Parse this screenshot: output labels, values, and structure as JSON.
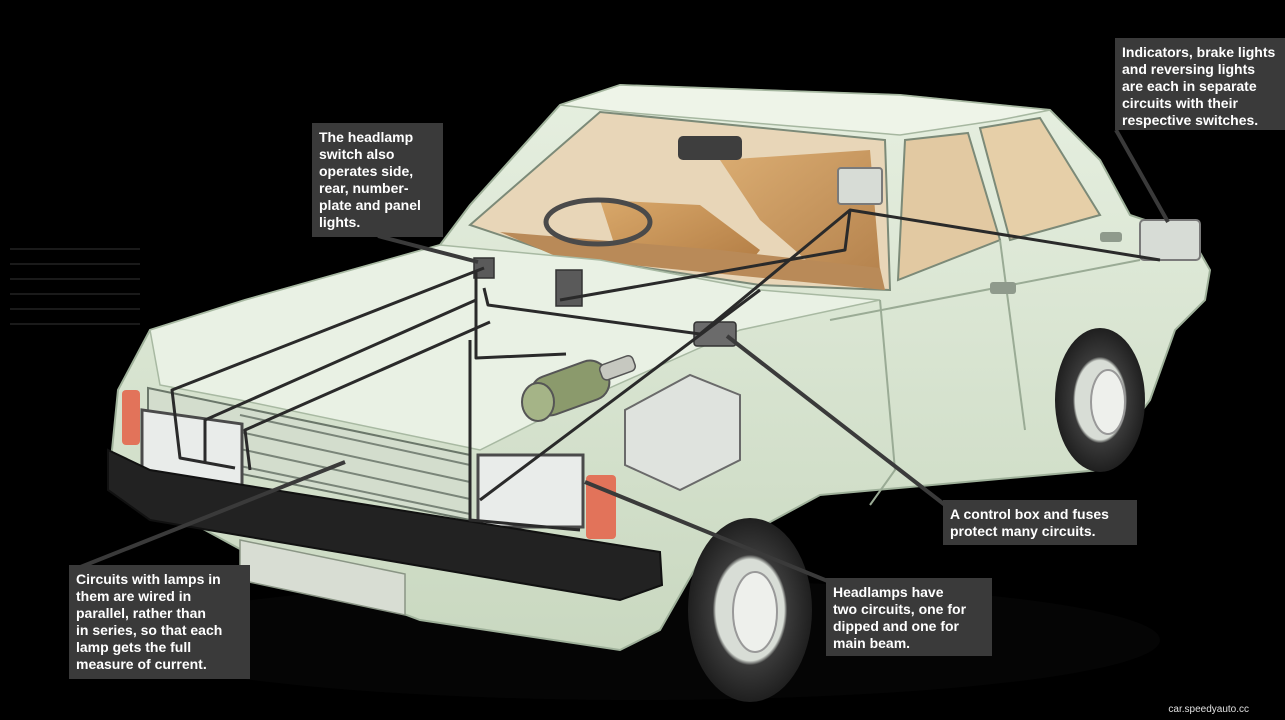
{
  "callouts": {
    "headlamp_switch": "The headlamp\nswitch also\noperates side,\nrear, number-\nplate and panel\nlights.",
    "indicators": "Indicators, brake lights\nand reversing lights\nare each in separate\ncircuits with their\nrespective switches.",
    "control_box": "A control box and fuses\nprotect many circuits.",
    "headlamps": "Headlamps have\ntwo circuits, one for\ndipped and one for\nmain beam.",
    "circuits": "Circuits with lamps in\nthem are wired in\nparallel, rather than\nin series, so that each\nlamp gets the full\nmeasure of current."
  },
  "watermark": "car.speedyauto.cc",
  "colors": {
    "background": "#000000",
    "car_body": "#dce8d4",
    "interior": "#c8955a",
    "callout_bg": "#3a3a3a",
    "leader_line": "#3a3a3a"
  }
}
